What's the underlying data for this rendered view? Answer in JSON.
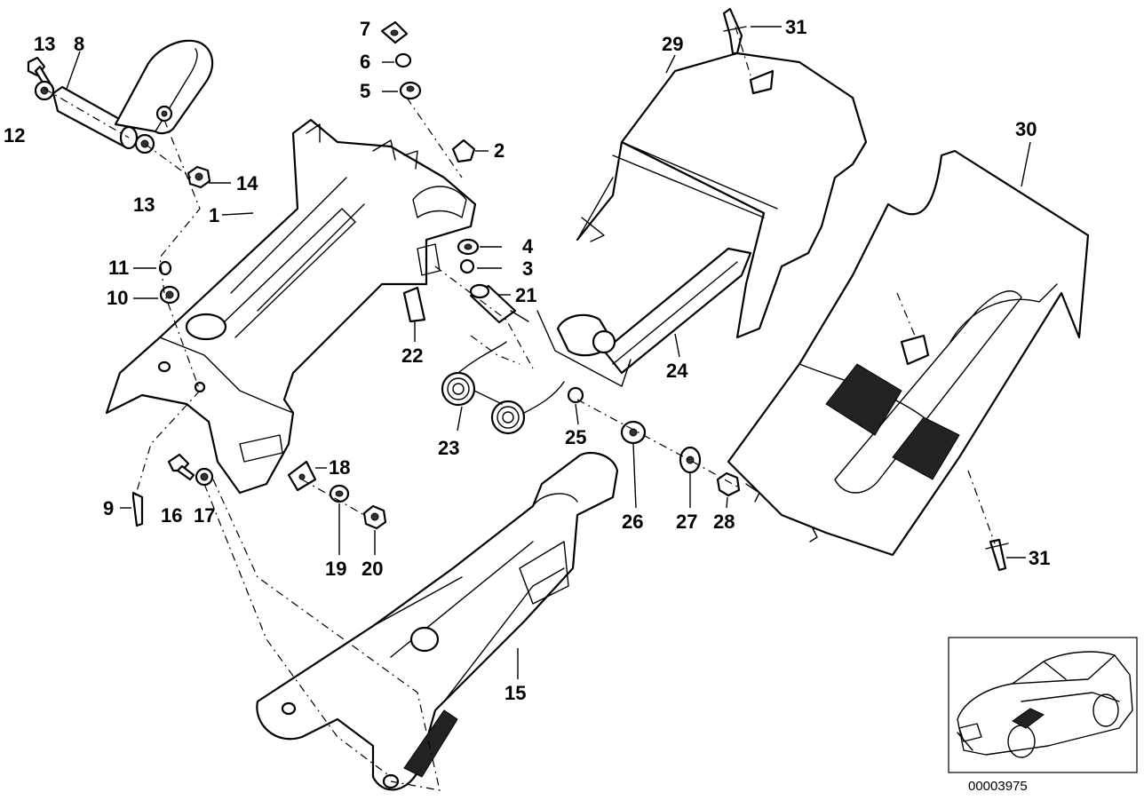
{
  "diagram": {
    "reference_number": "00003975",
    "callouts": [
      {
        "id": "c1",
        "label": "1"
      },
      {
        "id": "c2",
        "label": "2"
      },
      {
        "id": "c3",
        "label": "3"
      },
      {
        "id": "c4",
        "label": "4"
      },
      {
        "id": "c5",
        "label": "5"
      },
      {
        "id": "c6",
        "label": "6"
      },
      {
        "id": "c7",
        "label": "7"
      },
      {
        "id": "c8",
        "label": "8"
      },
      {
        "id": "c9",
        "label": "9"
      },
      {
        "id": "c10",
        "label": "10"
      },
      {
        "id": "c11",
        "label": "11"
      },
      {
        "id": "c12",
        "label": "12"
      },
      {
        "id": "c13a",
        "label": "13"
      },
      {
        "id": "c13b",
        "label": "13"
      },
      {
        "id": "c14",
        "label": "14"
      },
      {
        "id": "c15",
        "label": "15"
      },
      {
        "id": "c16",
        "label": "16"
      },
      {
        "id": "c17",
        "label": "17"
      },
      {
        "id": "c18",
        "label": "18"
      },
      {
        "id": "c19",
        "label": "19"
      },
      {
        "id": "c20",
        "label": "20"
      },
      {
        "id": "c21",
        "label": "21"
      },
      {
        "id": "c22",
        "label": "22"
      },
      {
        "id": "c23",
        "label": "23"
      },
      {
        "id": "c24",
        "label": "24"
      },
      {
        "id": "c25",
        "label": "25"
      },
      {
        "id": "c26",
        "label": "26"
      },
      {
        "id": "c27",
        "label": "27"
      },
      {
        "id": "c28",
        "label": "28"
      },
      {
        "id": "c29",
        "label": "29"
      },
      {
        "id": "c30",
        "label": "30"
      },
      {
        "id": "c31a",
        "label": "31"
      },
      {
        "id": "c31b",
        "label": "31"
      }
    ]
  }
}
